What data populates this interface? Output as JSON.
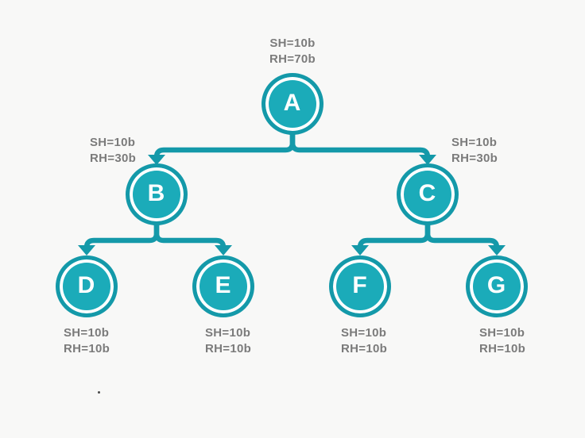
{
  "diagram": {
    "type": "binary-tree",
    "nodes": [
      {
        "id": "A",
        "letter": "A",
        "stats": {
          "sh": "SH=10b",
          "rh": "RH=70b"
        },
        "label_position": "above"
      },
      {
        "id": "B",
        "letter": "B",
        "stats": {
          "sh": "SH=10b",
          "rh": "RH=30b"
        },
        "label_position": "upper-left"
      },
      {
        "id": "C",
        "letter": "C",
        "stats": {
          "sh": "SH=10b",
          "rh": "RH=30b"
        },
        "label_position": "upper-right"
      },
      {
        "id": "D",
        "letter": "D",
        "stats": {
          "sh": "SH=10b",
          "rh": "RH=10b"
        },
        "label_position": "below"
      },
      {
        "id": "E",
        "letter": "E",
        "stats": {
          "sh": "SH=10b",
          "rh": "RH=10b"
        },
        "label_position": "below"
      },
      {
        "id": "F",
        "letter": "F",
        "stats": {
          "sh": "SH=10b",
          "rh": "RH=10b"
        },
        "label_position": "below"
      },
      {
        "id": "G",
        "letter": "G",
        "stats": {
          "sh": "SH=10b",
          "rh": "RH=10b"
        },
        "label_position": "below"
      }
    ],
    "edges": [
      "A-B",
      "A-C",
      "B-D",
      "B-E",
      "C-F",
      "C-G"
    ],
    "colors": {
      "background": "#f8f8f7",
      "node_fill": "#1babb9",
      "node_ring_and_lines": "#1499a9",
      "node_letter": "#ffffff",
      "label_text": "#7b7b7b"
    },
    "stray_mark": "."
  }
}
